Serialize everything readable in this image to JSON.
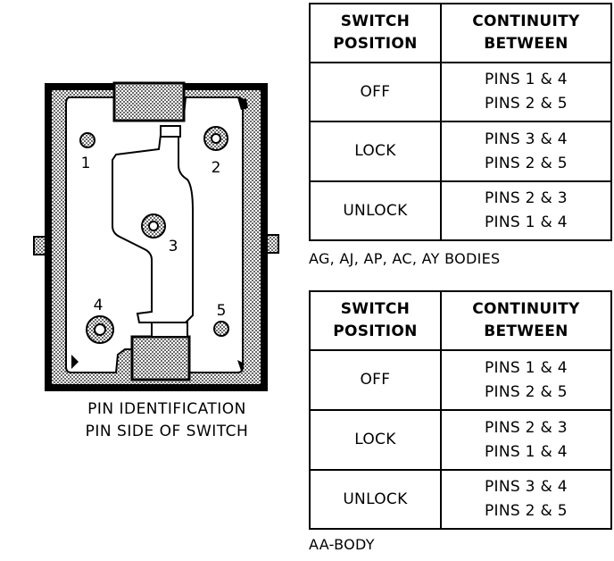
{
  "diagram": {
    "pins": [
      {
        "label": "1"
      },
      {
        "label": "2"
      },
      {
        "label": "3"
      },
      {
        "label": "4"
      },
      {
        "label": "5"
      }
    ],
    "caption_lines": [
      "PIN IDENTIFICATION",
      "PIN SIDE OF SWITCH"
    ]
  },
  "tables": [
    {
      "headers": [
        [
          "SWITCH",
          "POSITION"
        ],
        [
          "CONTINUITY",
          "BETWEEN"
        ]
      ],
      "rows": [
        {
          "position": "OFF",
          "pins": [
            "PINS 1 & 4",
            "PINS 2 & 5"
          ]
        },
        {
          "position": "LOCK",
          "pins": [
            "PINS 3 & 4",
            "PINS 2 & 5"
          ]
        },
        {
          "position": "UNLOCK",
          "pins": [
            "PINS 2 & 3",
            "PINS 1 & 4"
          ]
        }
      ],
      "note": "AG, AJ, AP, AC, AY BODIES"
    },
    {
      "headers": [
        [
          "SWITCH",
          "POSITION"
        ],
        [
          "CONTINUITY",
          "BETWEEN"
        ]
      ],
      "rows": [
        {
          "position": "OFF",
          "pins": [
            "PINS 1 & 4",
            "PINS 2 & 5"
          ]
        },
        {
          "position": "LOCK",
          "pins": [
            "PINS 2 & 3",
            "PINS 1 & 4"
          ]
        },
        {
          "position": "UNLOCK",
          "pins": [
            "PINS 3 & 4",
            "PINS 2 & 5"
          ]
        }
      ],
      "note": "AA-BODY"
    }
  ]
}
